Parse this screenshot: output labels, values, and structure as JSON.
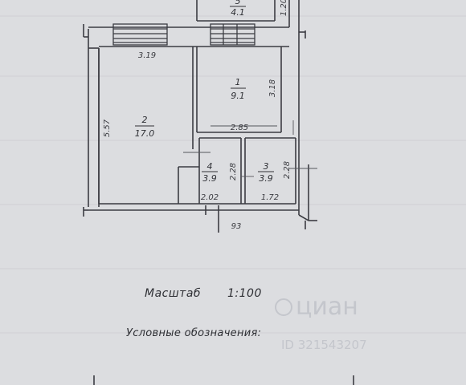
{
  "rooms": [
    {
      "number": "1",
      "area": "9.1"
    },
    {
      "number": "2",
      "area": "17.0"
    },
    {
      "number": "3",
      "area": "3.9"
    },
    {
      "number": "4",
      "area": "3.9"
    },
    {
      "number": "5",
      "area": "4.1"
    }
  ],
  "dimensions": {
    "room2_width": "3.19",
    "room2_height": "5.57",
    "room1_height": "3.18",
    "room1_width": "2.85",
    "room4_height": "2.28",
    "room4_width": "2.02",
    "room3_height": "2.28",
    "room3_width": "1.72",
    "balcony_height": "1.20",
    "bottom_mark": "93"
  },
  "scale_label": "Масштаб",
  "scale_value": "1:100",
  "legend_label": "Условные обозначения:",
  "watermark": {
    "brand": "циан",
    "id": "ID 321543207"
  }
}
